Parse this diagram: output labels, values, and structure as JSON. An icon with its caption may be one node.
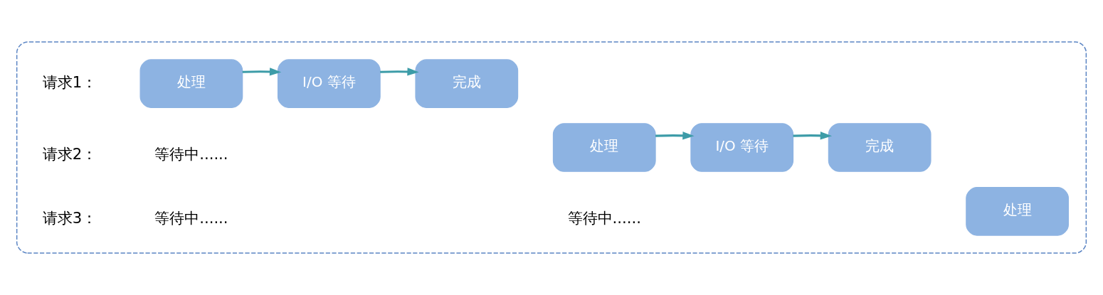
{
  "diagram": {
    "nodes": [
      {
        "text": [],
        "shape": "box"
      },
      {
        "text": [
          "处理"
        ],
        "in": 0
      },
      {
        "text": [
          "I/O 等待"
        ],
        "in": 0
      },
      {
        "text": [
          "完成"
        ],
        "in": 0
      },
      {
        "text": [
          "处理"
        ],
        "in": 0
      },
      {
        "text": [
          "I/O 等待"
        ],
        "in": 0
      },
      {
        "text": [
          "完成"
        ],
        "in": 0
      },
      {
        "text": [
          "处理"
        ],
        "in": 0
      }
    ],
    "edges": [
      {
        "from": 1,
        "to": 2,
        "arrow": "to"
      },
      {
        "from": 2,
        "to": 3,
        "arrow": "to"
      },
      {
        "from": 4,
        "to": 5,
        "arrow": "to"
      },
      {
        "from": 5,
        "to": 6,
        "arrow": "to"
      }
    ],
    "labels": [
      "请求1：",
      "请求2：",
      "等待中......",
      "请求3：",
      "等待中......",
      "等待中......"
    ]
  }
}
